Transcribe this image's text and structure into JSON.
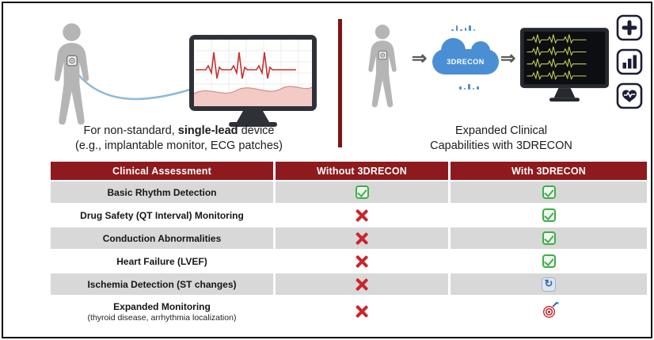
{
  "colors": {
    "header_maroon": "#8E1A1D",
    "divider_maroon": "#7D1416",
    "row_gray": "#D8D8D8",
    "check_green": "#3FAE49",
    "cross_red": "#C9252B",
    "sync_blue": "#2F67A6",
    "cloud_blue": "#4A8FD4"
  },
  "top": {
    "left": {
      "caption_prefix": "For non-standard, ",
      "caption_bold": "single-lead",
      "caption_suffix": " device",
      "caption_line2": "(e.g., implantable monitor, ECG patches)"
    },
    "right": {
      "cloud_label": "3DRECON",
      "caption_line1": "Expanded Clinical",
      "caption_line2": "Capabilities with 3DRECON"
    }
  },
  "table": {
    "headers": [
      "Clinical Assessment",
      "Without 3DRECON",
      "With 3DRECON"
    ],
    "rows": [
      {
        "label": "Basic Rhythm Detection",
        "without": "check",
        "with": "check"
      },
      {
        "label": "Drug Safety (QT Interval) Monitoring",
        "without": "cross",
        "with": "check"
      },
      {
        "label": "Conduction Abnormalities",
        "without": "cross",
        "with": "check"
      },
      {
        "label": "Heart Failure (LVEF)",
        "without": "cross",
        "with": "check"
      },
      {
        "label": "Ischemia Detection (ST changes)",
        "without": "cross",
        "with": "refresh"
      },
      {
        "label": "Expanded Monitoring",
        "sublabel": "(thyroid disease, arrhythmia localization)",
        "without": "cross",
        "with": "target"
      }
    ]
  }
}
